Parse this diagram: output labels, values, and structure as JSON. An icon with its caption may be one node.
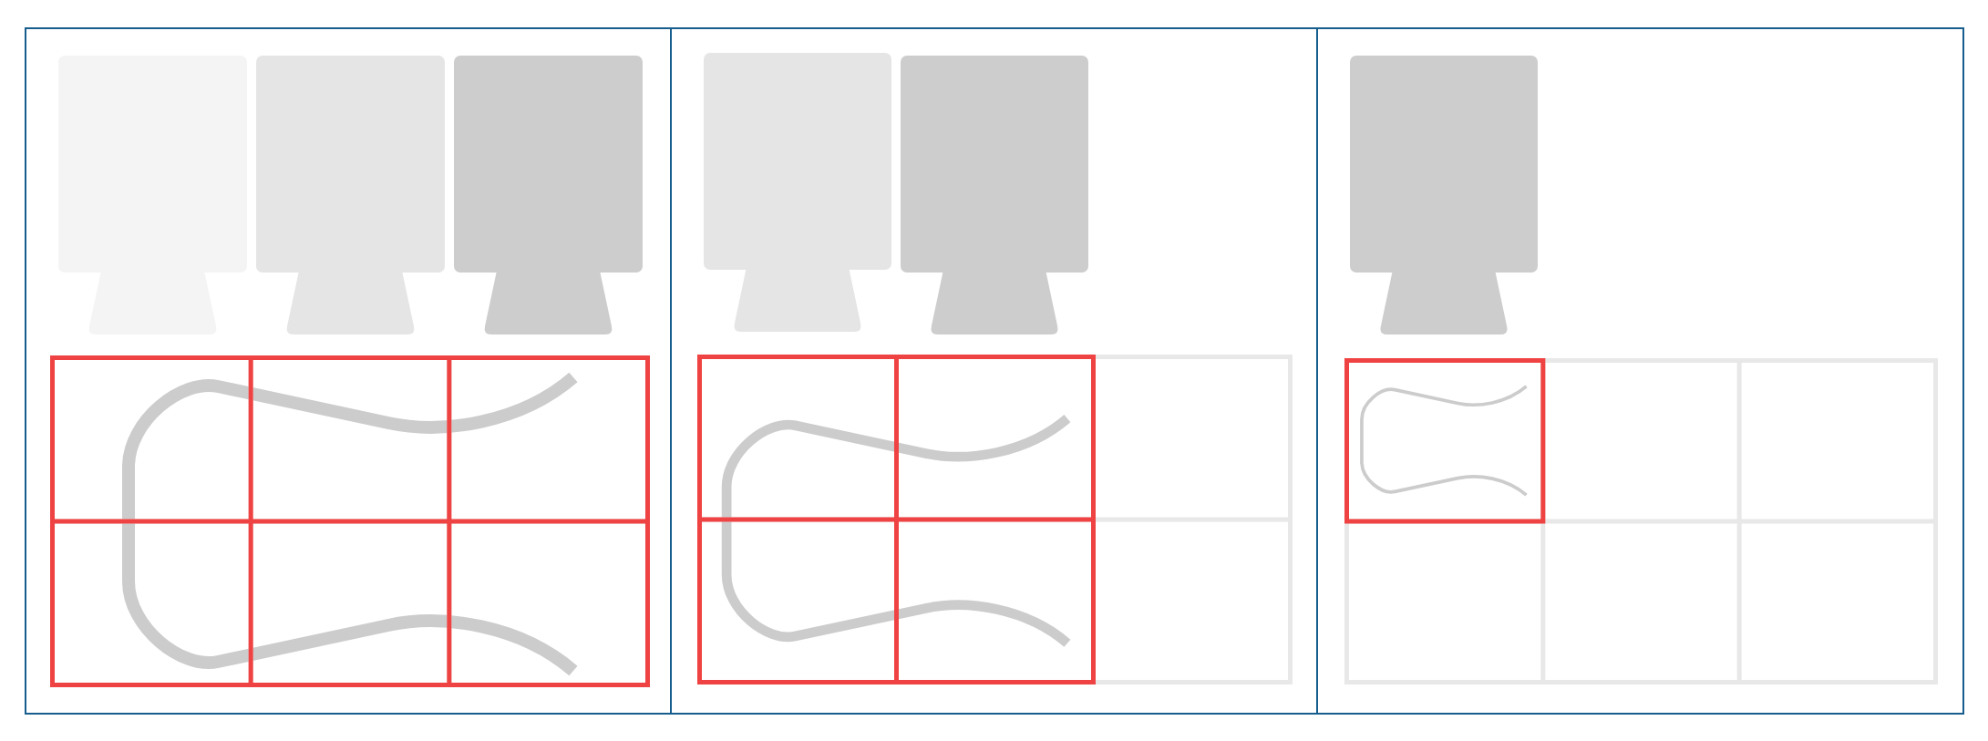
{
  "diagram": {
    "nodes": [
      {
        "text": [],
        "shape": "box"
      },
      {
        "text": [],
        "shape": "monitor",
        "in": 0
      },
      {
        "text": [],
        "shape": "monitor",
        "in": 0
      },
      {
        "text": [],
        "shape": "monitor",
        "in": 0
      },
      {
        "text": [],
        "shape": "grid",
        "in": 0
      },
      {
        "text": [],
        "shape": "box"
      },
      {
        "text": [],
        "shape": "monitor",
        "in": 5
      },
      {
        "text": [],
        "shape": "monitor",
        "in": 5
      },
      {
        "text": [],
        "shape": "grid",
        "in": 5
      },
      {
        "text": [],
        "shape": "box"
      },
      {
        "text": [],
        "shape": "monitor",
        "in": 9
      },
      {
        "text": [],
        "shape": "grid",
        "in": 9
      }
    ]
  }
}
